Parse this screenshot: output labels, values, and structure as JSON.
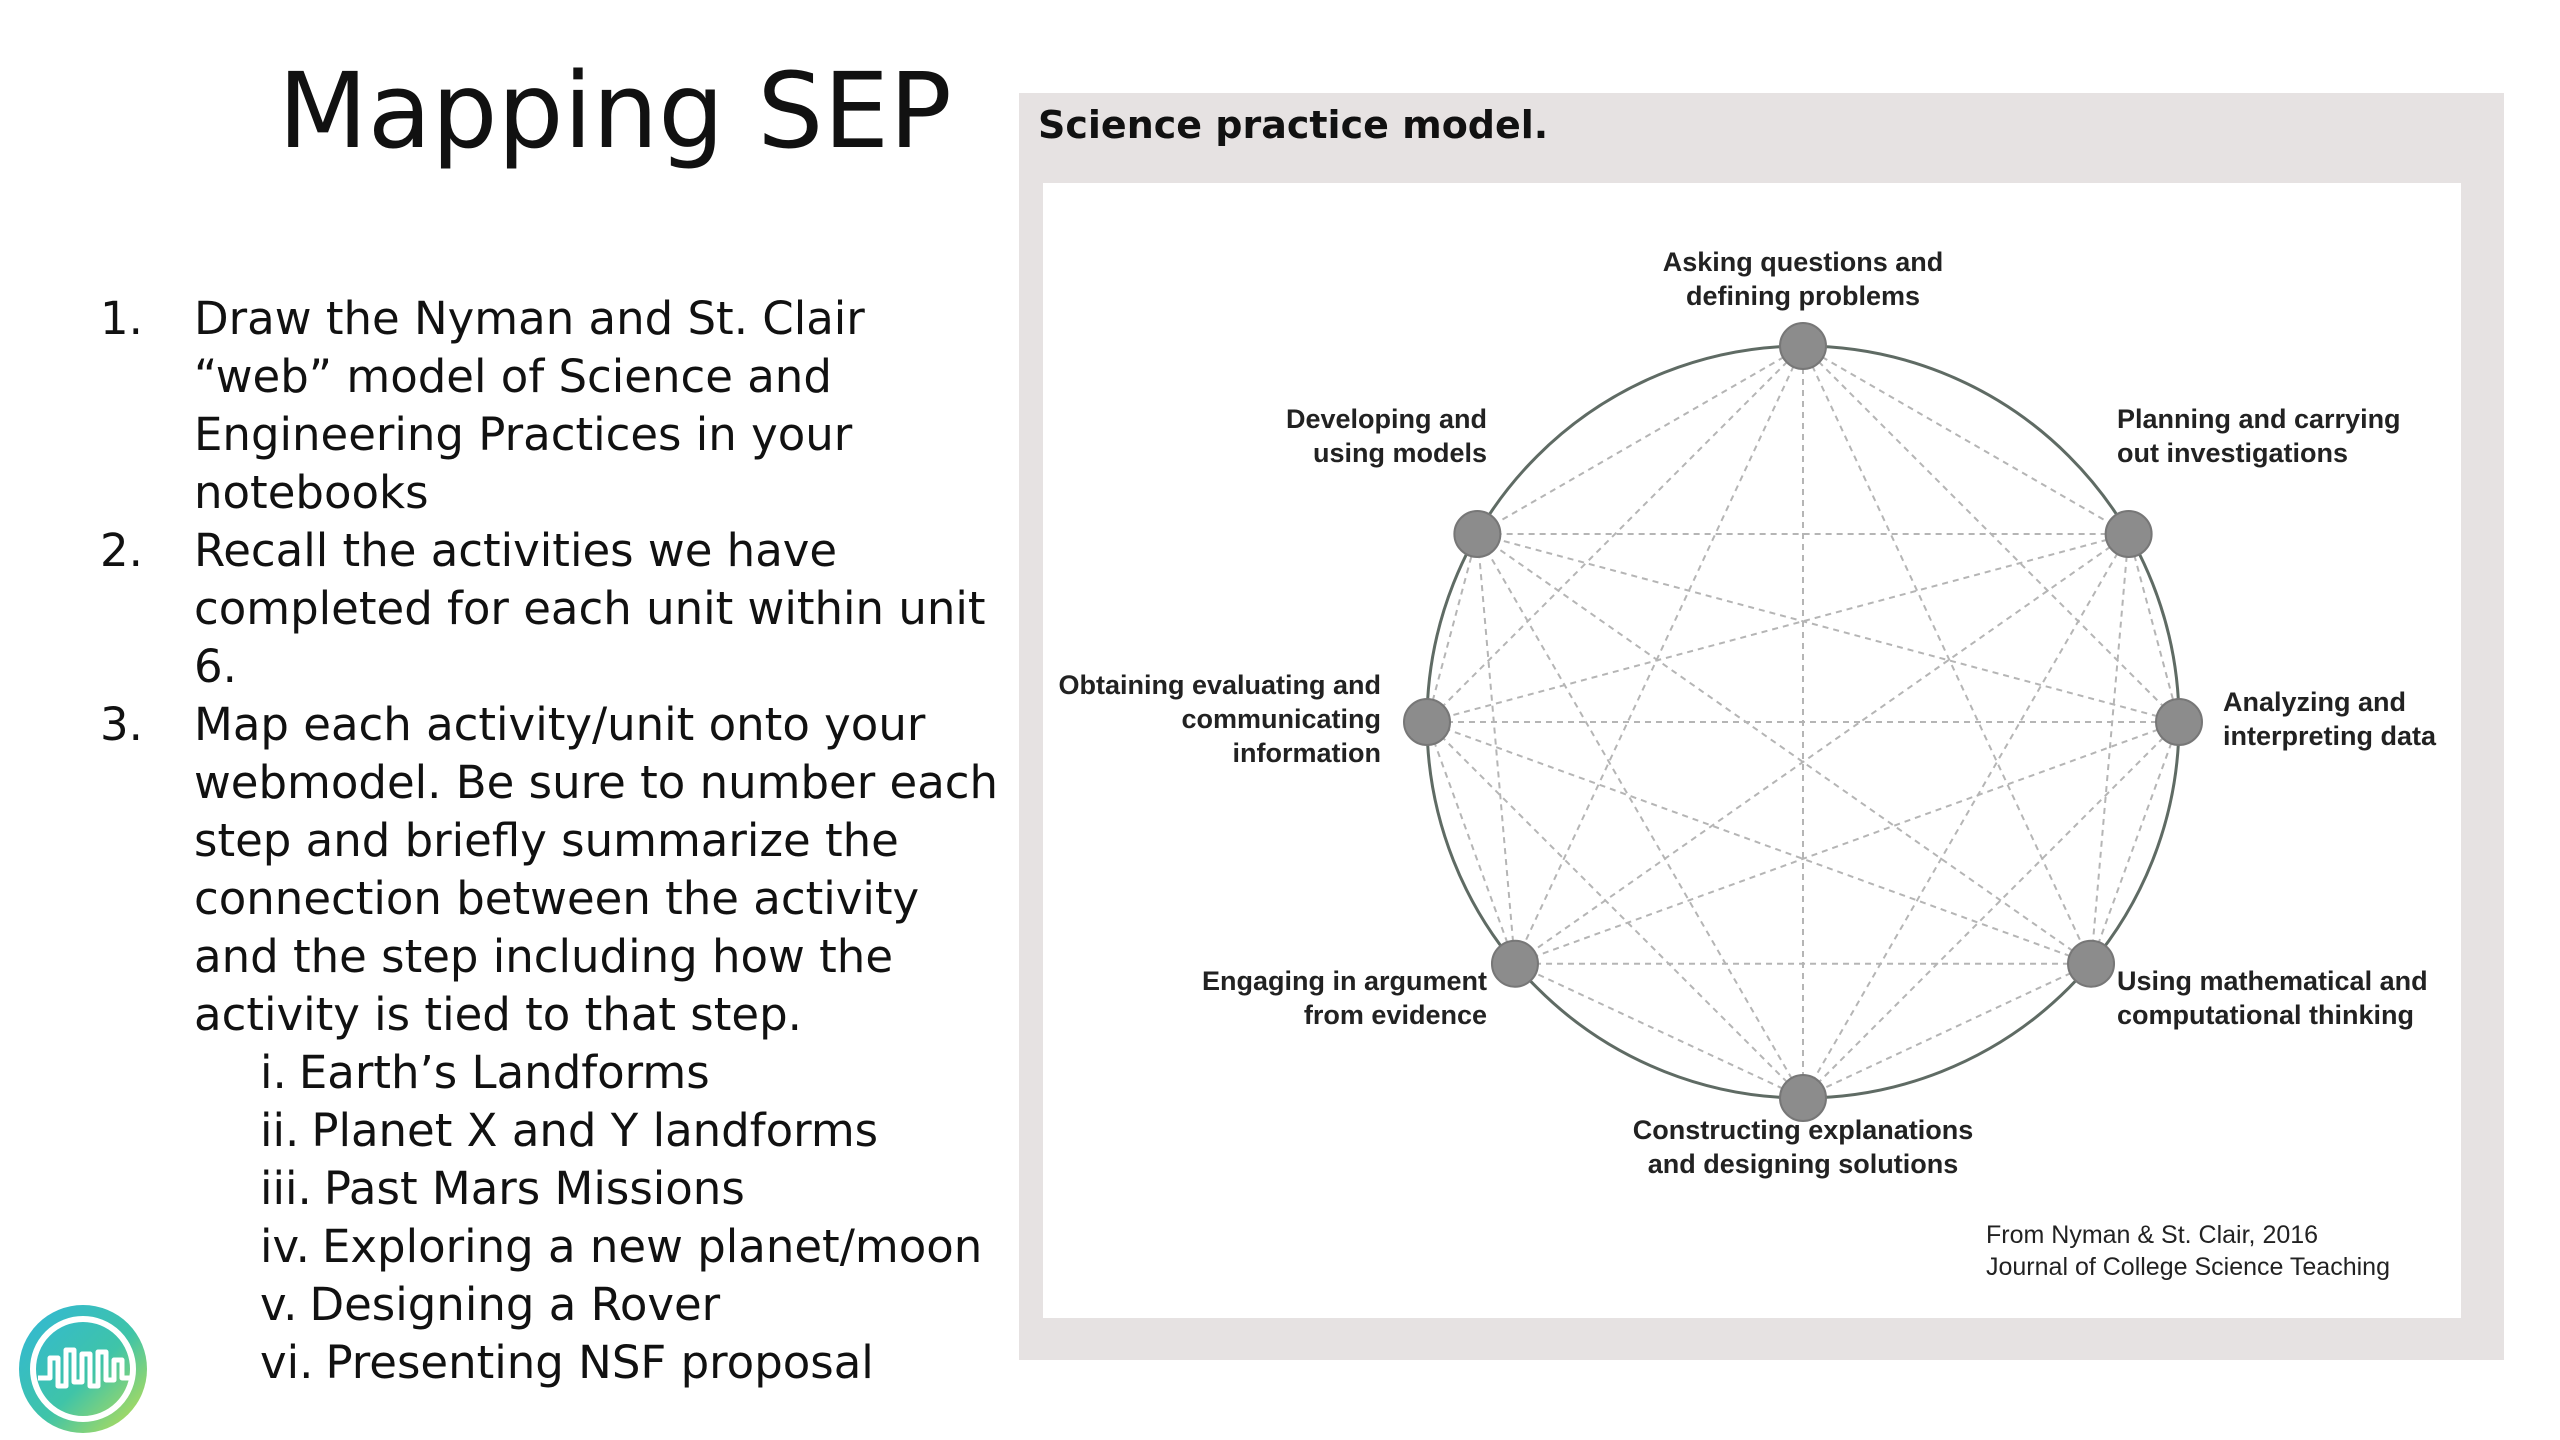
{
  "slide": {
    "title": "Mapping SEP",
    "steps": [
      {
        "num": "1.",
        "text": "Draw the Nyman and St. Clair “web” model of Science and Engineering Practices in your notebooks"
      },
      {
        "num": "2.",
        "text": "Recall the activities we have completed for each unit within unit 6."
      },
      {
        "num": "3.",
        "text": "Map each activity/unit onto your webmodel. Be sure to number each step and briefly summarize the connection between the activity and the step including how the activity is tied to that step."
      }
    ],
    "sub_items": [
      {
        "num": "i.",
        "text": "Earth’s Landforms"
      },
      {
        "num": "ii.",
        "text": "Planet X and Y landforms"
      },
      {
        "num": "iii.",
        "text": "Past Mars Missions"
      },
      {
        "num": "iv.",
        "text": "Exploring a new planet/moon"
      },
      {
        "num": "v.",
        "text": "Designing a Rover"
      },
      {
        "num": "vi.",
        "text": "Presenting NSF proposal"
      }
    ]
  },
  "figure": {
    "caption": "Science practice model.",
    "nodes": [
      {
        "line1": "Asking questions and",
        "line2": "defining problems"
      },
      {
        "line1": "Planning and carrying",
        "line2": "out investigations"
      },
      {
        "line1": "Analyzing and",
        "line2": "interpreting data"
      },
      {
        "line1": "Using mathematical and",
        "line2": "computational thinking"
      },
      {
        "line1": "Constructing explanations",
        "line2": "and designing solutions"
      },
      {
        "line1": "Engaging in argument",
        "line2": "from evidence"
      },
      {
        "line1": "Obtaining evaluating and",
        "line2": "communicating",
        "line3": "information"
      },
      {
        "line1": "Developing and",
        "line2": "using models"
      }
    ],
    "credit_line1": "From Nyman & St. Clair, 2016",
    "credit_line2": "Journal of College Science Teaching"
  },
  "colors": {
    "node_fill": "#8c8c8c",
    "circle_stroke": "#5f6b64",
    "web_lines": "#b5b5b5",
    "panel_bg": "#e6e2e2"
  },
  "icons": {
    "logo": "circular-waveform-logo"
  }
}
